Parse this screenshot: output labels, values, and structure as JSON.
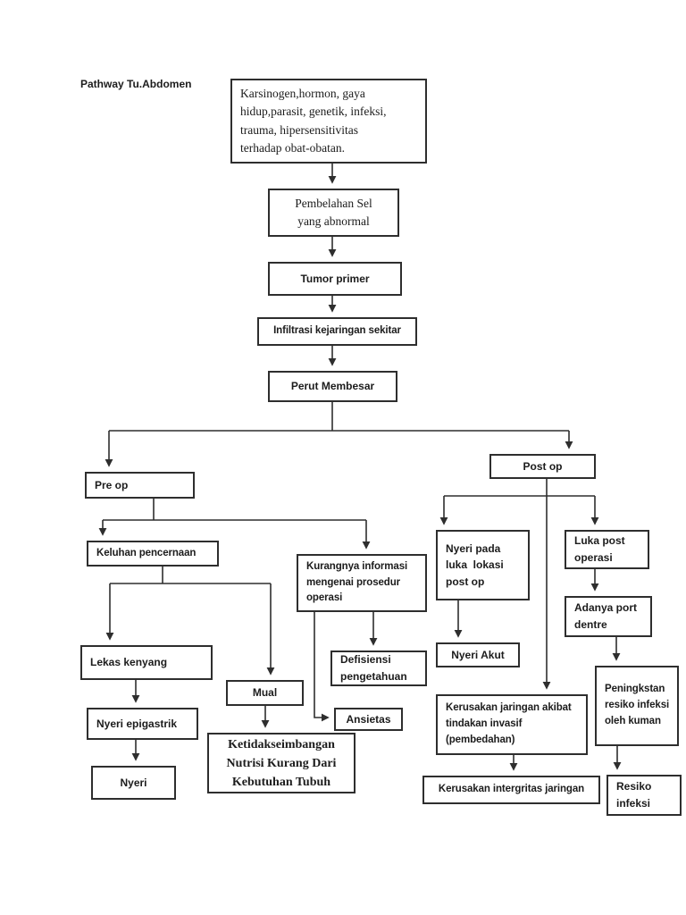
{
  "page": {
    "title": "Pathway Tu.Abdomen",
    "background": "#ffffff",
    "line_color": "#2e2e2e"
  },
  "nodes": {
    "karsinogen": {
      "text": "Karsinogen,hormon, gaya\nhidup,parasit, genetik, infeksi,\ntrauma, hipersensitivitas\nterhadap obat-obatan."
    },
    "pembelahan": {
      "text": "Pembelahan Sel\nyang abnormal"
    },
    "tumor_primer": {
      "text": "Tumor primer"
    },
    "infiltrasi": {
      "text": "Infiltrasi kejaringan sekitar"
    },
    "perut_membesar": {
      "text": "Perut Membesar"
    },
    "pre_op": {
      "text": "Pre op"
    },
    "post_op": {
      "text": "Post op"
    },
    "keluhan_pencernaan": {
      "text": "Keluhan pencernaan"
    },
    "kurangnya_informasi": {
      "text": "Kurangnya informasi\nmengenai prosedur\noperasi"
    },
    "lekas_kenyang": {
      "text": "Lekas kenyang"
    },
    "nyeri_epigastrik": {
      "text": "Nyeri epigastrik"
    },
    "nyeri": {
      "text": "Nyeri"
    },
    "mual": {
      "text": "Mual"
    },
    "ketidakseimbangan": {
      "text": "Ketidakseimbangan\nNutrisi Kurang Dari\nKebutuhan Tubuh"
    },
    "defisiensi": {
      "text": "Defisiensi\npengetahuan"
    },
    "ansietas": {
      "text": "Ansietas"
    },
    "nyeri_pada_luka": {
      "text": "Nyeri pada\nluka  lokasi\npost op"
    },
    "luka_post_operasi": {
      "text": "Luka post\noperasi"
    },
    "adanya_port_dentre": {
      "text": "Adanya port\ndentre"
    },
    "nyeri_akut": {
      "text": "Nyeri Akut"
    },
    "kerusakan_jaringan": {
      "text": "Kerusakan jaringan akibat\ntindakan invasif\n(pembedahan)"
    },
    "kerusakan_intergritas": {
      "text": "Kerusakan intergritas jaringan"
    },
    "peningkstan_resiko": {
      "text": "Peningkstan\nresiko infeksi\noleh kuman"
    },
    "resiko_infeksi": {
      "text": "Resiko\ninfeksi"
    }
  }
}
